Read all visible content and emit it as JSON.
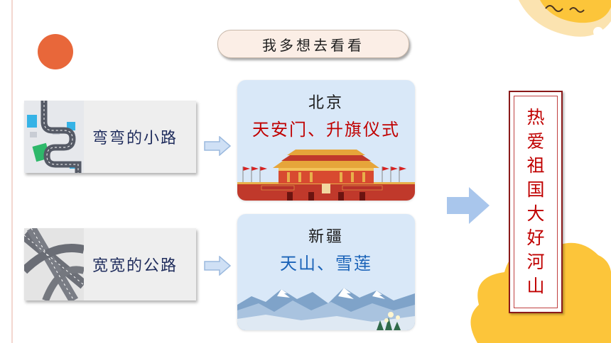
{
  "title": "我多想去看看",
  "roads": [
    {
      "label": "弯弯的小路"
    },
    {
      "label": "宽宽的公路"
    }
  ],
  "places": [
    {
      "name": "北京",
      "desc": "天安门、升旗仪式"
    },
    {
      "name": "新疆",
      "desc": "天山、雪莲"
    }
  ],
  "banner": {
    "chars": [
      "热",
      "爱",
      "祖",
      "国",
      "大",
      "好",
      "河",
      "山"
    ]
  },
  "colors": {
    "accent_orange": "#e8673a",
    "banner_red": "#c00000",
    "text_navy": "#1f2c5c",
    "text_blue": "#1b63b8",
    "arrow_blue": "#a9c6ec",
    "cloud_yellow": "#fcc53a"
  }
}
